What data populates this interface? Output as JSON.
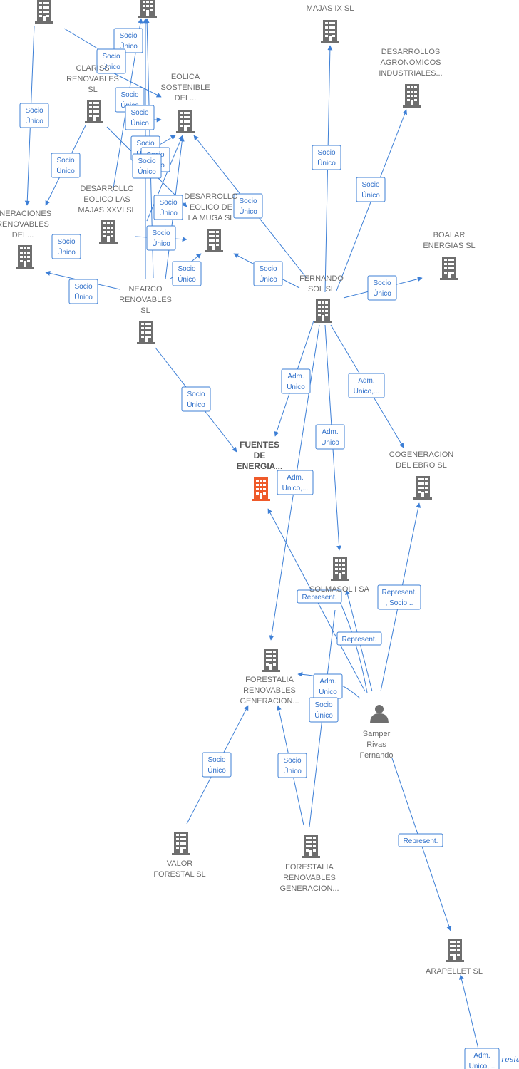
{
  "colors": {
    "edge": "#3d7fd6",
    "edge_label_text": "#2f6fc9",
    "node_icon": "#6e6e6e",
    "focus_icon": "#ef5a2a",
    "node_label": "#6b6b6b"
  },
  "icons": {
    "company": "building-icon",
    "person": "person-icon"
  },
  "watermark": "resia",
  "nodes": [
    {
      "id": "top1",
      "lines": []
    },
    {
      "id": "top2",
      "lines": []
    },
    {
      "id": "majas9",
      "lines": [
        "MAJAS IX  SL"
      ]
    },
    {
      "id": "desagro",
      "lines": [
        "DESARROLLOS",
        "AGRONOMICOS",
        "INDUSTRIALES..."
      ]
    },
    {
      "id": "clariss",
      "lines": [
        "CLARISS",
        "RENOVABLES",
        "SL"
      ]
    },
    {
      "id": "eolica",
      "lines": [
        "EOLICA",
        "SOSTENIBLE",
        "DEL..."
      ]
    },
    {
      "id": "generaciones",
      "lines": [
        "ENERACIONES",
        "RENOVABLES",
        "DEL..."
      ]
    },
    {
      "id": "majas26",
      "lines": [
        "DESARROLLO",
        "EOLICO LAS",
        "MAJAS XXVI  SL"
      ]
    },
    {
      "id": "muga",
      "lines": [
        "DESARROLLO",
        "EOLICO DE",
        "LA MUGA SL"
      ]
    },
    {
      "id": "boalar",
      "lines": [
        "BOALAR",
        "ENERGIAS  SL"
      ]
    },
    {
      "id": "fernando",
      "lines": [
        "FERNANDO",
        "SOL SL"
      ]
    },
    {
      "id": "nearco",
      "lines": [
        "NEARCO",
        "RENOVABLES",
        "SL"
      ]
    },
    {
      "id": "fuentes",
      "lines": [
        "FUENTES",
        "DE",
        "ENERGIA..."
      ]
    },
    {
      "id": "cogeneracion",
      "lines": [
        "COGENERACION",
        "DEL EBRO  SL"
      ]
    },
    {
      "id": "solmasol",
      "lines": [
        "SOLMASOL I SA"
      ]
    },
    {
      "id": "forestalia1",
      "lines": [
        "FORESTALIA",
        "RENOVABLES",
        "GENERACION..."
      ]
    },
    {
      "id": "samper",
      "lines": [
        "Samper",
        "Rivas",
        "Fernando"
      ]
    },
    {
      "id": "valor",
      "lines": [
        "VALOR",
        "FORESTAL SL"
      ]
    },
    {
      "id": "forestalia2",
      "lines": [
        "FORESTALIA",
        "RENOVABLES",
        "GENERACION..."
      ]
    },
    {
      "id": "arapellet",
      "lines": [
        "ARAPELLET  SL"
      ]
    }
  ],
  "edge_labels": [
    {
      "id": "l1",
      "lines": [
        "Socio",
        "Único"
      ]
    },
    {
      "id": "l2",
      "lines": [
        "Socio",
        "Único"
      ]
    },
    {
      "id": "l3",
      "lines": [
        "Socio",
        "Único"
      ]
    },
    {
      "id": "l4",
      "lines": [
        "Socio",
        "Único"
      ]
    },
    {
      "id": "l5",
      "lines": [
        "Socio",
        "Único"
      ]
    },
    {
      "id": "l6",
      "lines": [
        "Socio",
        "Único"
      ]
    },
    {
      "id": "l7",
      "lines": [
        "Socio",
        "Único"
      ]
    },
    {
      "id": "l8",
      "lines": [
        "Socio",
        "Único"
      ]
    },
    {
      "id": "l9",
      "lines": [
        "Socio",
        "Único"
      ]
    },
    {
      "id": "l10",
      "lines": [
        "Socio",
        "Único"
      ]
    },
    {
      "id": "l11",
      "lines": [
        "Socio",
        "Único"
      ]
    },
    {
      "id": "l12",
      "lines": [
        "Socio",
        "Único"
      ]
    },
    {
      "id": "l13",
      "lines": [
        "Socio",
        "Único"
      ]
    },
    {
      "id": "l14",
      "lines": [
        "Socio",
        "Único"
      ]
    },
    {
      "id": "l15",
      "lines": [
        "Socio",
        "Único"
      ]
    },
    {
      "id": "l16",
      "lines": [
        "Socio",
        "Único"
      ]
    },
    {
      "id": "l17",
      "lines": [
        "Socio",
        "Único"
      ]
    },
    {
      "id": "l18",
      "lines": [
        "Socio",
        "Único"
      ]
    },
    {
      "id": "l19",
      "lines": [
        "Socio",
        "Único"
      ]
    },
    {
      "id": "l20",
      "lines": [
        "Socio",
        "Único"
      ]
    },
    {
      "id": "l21",
      "lines": [
        "Adm.",
        "Unico"
      ]
    },
    {
      "id": "l22",
      "lines": [
        "Adm.",
        "Unico,..."
      ]
    },
    {
      "id": "l23",
      "lines": [
        "Adm.",
        "Unico"
      ]
    },
    {
      "id": "l24",
      "lines": [
        "Adm.",
        "Unico,..."
      ]
    },
    {
      "id": "l25",
      "lines": [
        "Represent."
      ]
    },
    {
      "id": "l26",
      "lines": [
        "Represent.",
        ", Socio..."
      ]
    },
    {
      "id": "l27",
      "lines": [
        "Represent."
      ]
    },
    {
      "id": "l28",
      "lines": [
        "Adm.",
        "Unico"
      ]
    },
    {
      "id": "l29",
      "lines": [
        "Socio",
        "Único"
      ]
    },
    {
      "id": "l30",
      "lines": [
        "Socio",
        "Único"
      ]
    },
    {
      "id": "l31",
      "lines": [
        "Socio",
        "Único"
      ]
    },
    {
      "id": "l32",
      "lines": [
        "Represent."
      ]
    },
    {
      "id": "l33",
      "lines": [
        "Adm.",
        "Unico,..."
      ]
    }
  ]
}
